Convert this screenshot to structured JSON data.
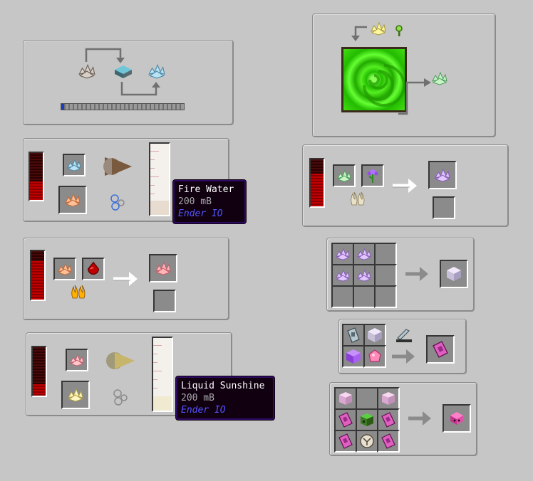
{
  "tooltips": {
    "fire_water": {
      "name": "Fire Water",
      "amount": "200 mB",
      "mod": "Ender IO"
    },
    "liquid_sunshine": {
      "name": "Liquid Sunshine",
      "amount": "200 mB",
      "mod": "Ender IO"
    }
  },
  "icons": {
    "crystal_white": "white-crystal-icon",
    "crystal_blue": "blue-crystal-icon",
    "crystal_orange": "orange-crystal-icon",
    "crystal_pink": "pink-crystal-icon",
    "crystal_yellow": "yellow-crystal-icon",
    "crystal_green": "green-crystal-icon",
    "crystal_purple": "purple-crystal-icon",
    "portal": "green-vortex-portal-icon",
    "fluid_drop": "red-fluid-drop-icon",
    "purple_cube": "purple-cube-icon"
  },
  "colors": {
    "panel_bg": "#c6c6c6",
    "slot_bg": "#8b8b8b",
    "energy_red": "#c00000",
    "fire_water": "#e7dccf",
    "liquid_sunshine": "#f0ebd0",
    "portal_green": "#33dd00",
    "tooltip_bg": "#100010",
    "tooltip_mod": "#5555ff"
  }
}
